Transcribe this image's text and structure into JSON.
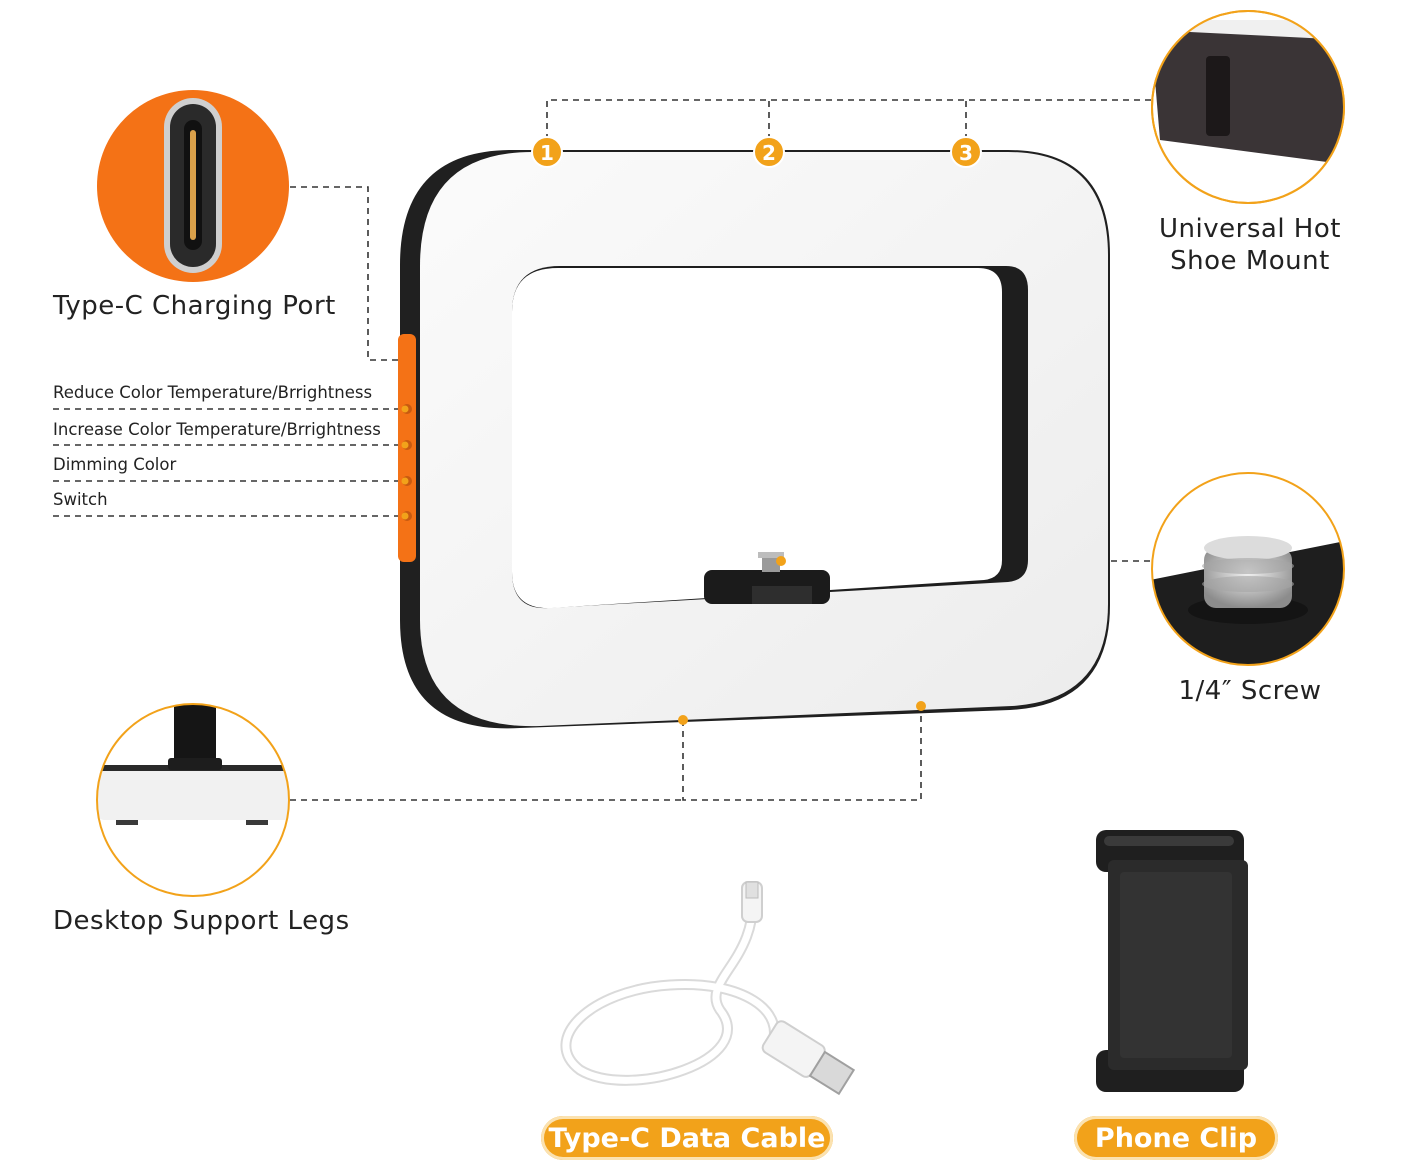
{
  "callouts": {
    "type_c_port": "Type-C Charging Port",
    "hot_shoe_line1": "Universal Hot",
    "hot_shoe_line2": "Shoe Mount",
    "screw": "1/4″ Screw",
    "legs": "Desktop Support Legs"
  },
  "buttons": {
    "reduce": "Reduce Color Temperature/Brrightness",
    "increase": "Increase Color Temperature/Brrightness",
    "dimming": "Dimming Color",
    "switch": "Switch"
  },
  "markers": [
    "1",
    "2",
    "3"
  ],
  "accessories": {
    "cable": "Type-C Data Cable",
    "clip": "Phone Clip"
  },
  "colors": {
    "accent": "#f2a21a",
    "port_bg": "#f47216",
    "light_body": "#f4f4f4",
    "frame_dark": "#2a2a2a"
  }
}
